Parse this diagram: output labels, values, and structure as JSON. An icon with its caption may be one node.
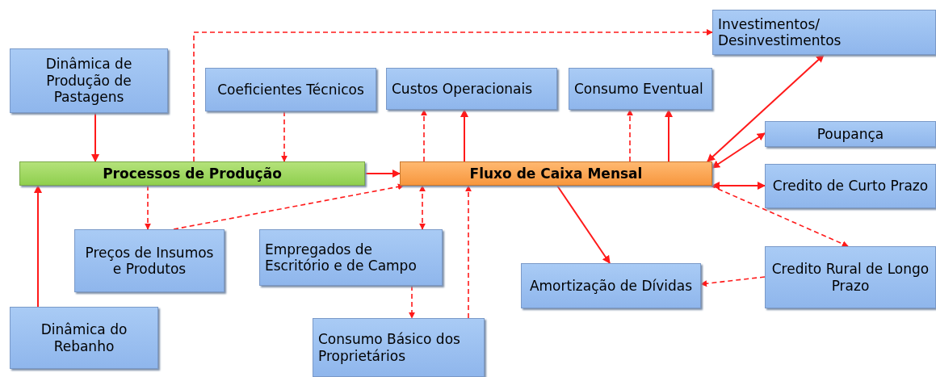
{
  "diagram": {
    "nodes": [
      {
        "text": [
          "Dinâmica de Produção de Pastagens"
        ]
      },
      {
        "text": [
          "Coeficientes Técnicos"
        ]
      },
      {
        "text": [
          "Custos Operacionais"
        ]
      },
      {
        "text": [
          "Consumo Eventual"
        ]
      },
      {
        "text": [
          "Investimentos/ Desinvestimentos"
        ]
      },
      {
        "text": [
          "Poupança"
        ]
      },
      {
        "text": [
          "Processos de Produção"
        ]
      },
      {
        "text": [
          "Fluxo de Caixa Mensal"
        ]
      },
      {
        "text": [
          "Credito de Curto Prazo"
        ]
      },
      {
        "text": [
          "Preços de Insumos e Produtos"
        ]
      },
      {
        "text": [
          "Empregados de Escritório e de Campo"
        ]
      },
      {
        "text": [
          "Amortização de Dívidas"
        ]
      },
      {
        "text": [
          "Credito Rural de Longo Prazo"
        ]
      },
      {
        "text": [
          "Dinâmica do Rebanho"
        ]
      },
      {
        "text": [
          "Consumo Básico dos Proprietários"
        ]
      }
    ],
    "edges": [
      {
        "from": 0,
        "to": 6,
        "arrow": "to"
      },
      {
        "from": 1,
        "to": 6,
        "arrow": "to",
        "style": "dashed"
      },
      {
        "from": 6,
        "to": 7,
        "arrow": "to"
      },
      {
        "from": 7,
        "to": 2,
        "arrow": "to",
        "style": "dashed"
      },
      {
        "from": 7,
        "to": 2,
        "arrow": "to"
      },
      {
        "from": 7,
        "to": 3,
        "arrow": "to",
        "style": "dashed"
      },
      {
        "from": 7,
        "to": 3,
        "arrow": "to"
      },
      {
        "from": 6,
        "to": 4,
        "arrow": "to",
        "style": "dashed"
      },
      {
        "from": 7,
        "to": 4,
        "arrow": "both"
      },
      {
        "from": 7,
        "to": 5,
        "arrow": "both"
      },
      {
        "from": 7,
        "to": 8,
        "arrow": "both"
      },
      {
        "from": 7,
        "to": 11,
        "arrow": "to"
      },
      {
        "from": 7,
        "to": 12,
        "arrow": "to",
        "style": "dashed"
      },
      {
        "from": 12,
        "to": 11,
        "arrow": "to",
        "style": "dashed"
      },
      {
        "from": 6,
        "to": 9,
        "arrow": "to",
        "style": "dashed"
      },
      {
        "from": 9,
        "to": 7,
        "arrow": "to",
        "style": "dashed"
      },
      {
        "from": 7,
        "to": 10,
        "arrow": "both",
        "style": "dashed"
      },
      {
        "from": 10,
        "to": 14,
        "arrow": "to",
        "style": "dashed"
      },
      {
        "from": 14,
        "to": 7,
        "arrow": "to",
        "style": "dashed"
      },
      {
        "from": 13,
        "to": 6,
        "arrow": "to"
      }
    ]
  }
}
